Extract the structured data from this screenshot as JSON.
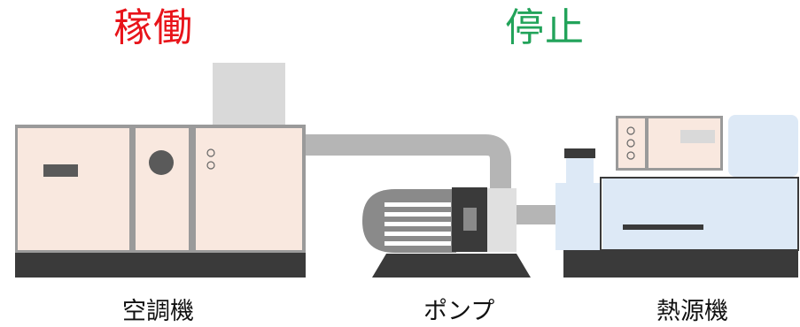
{
  "status": {
    "air_handler": "稼働",
    "heat_source": "停止"
  },
  "labels": {
    "air_handler": "空調機",
    "pump": "ポンプ",
    "heat_source": "熱源機"
  },
  "colors": {
    "running": "#e8141a",
    "stopped": "#22a35a",
    "panel": "#f9e8df",
    "panel_border": "#9a9a9a",
    "base": "#3a3a3a",
    "pipe": "#b5b5b5",
    "heat_body": "#dde9f6",
    "vent_box": "#d9d9d9"
  }
}
